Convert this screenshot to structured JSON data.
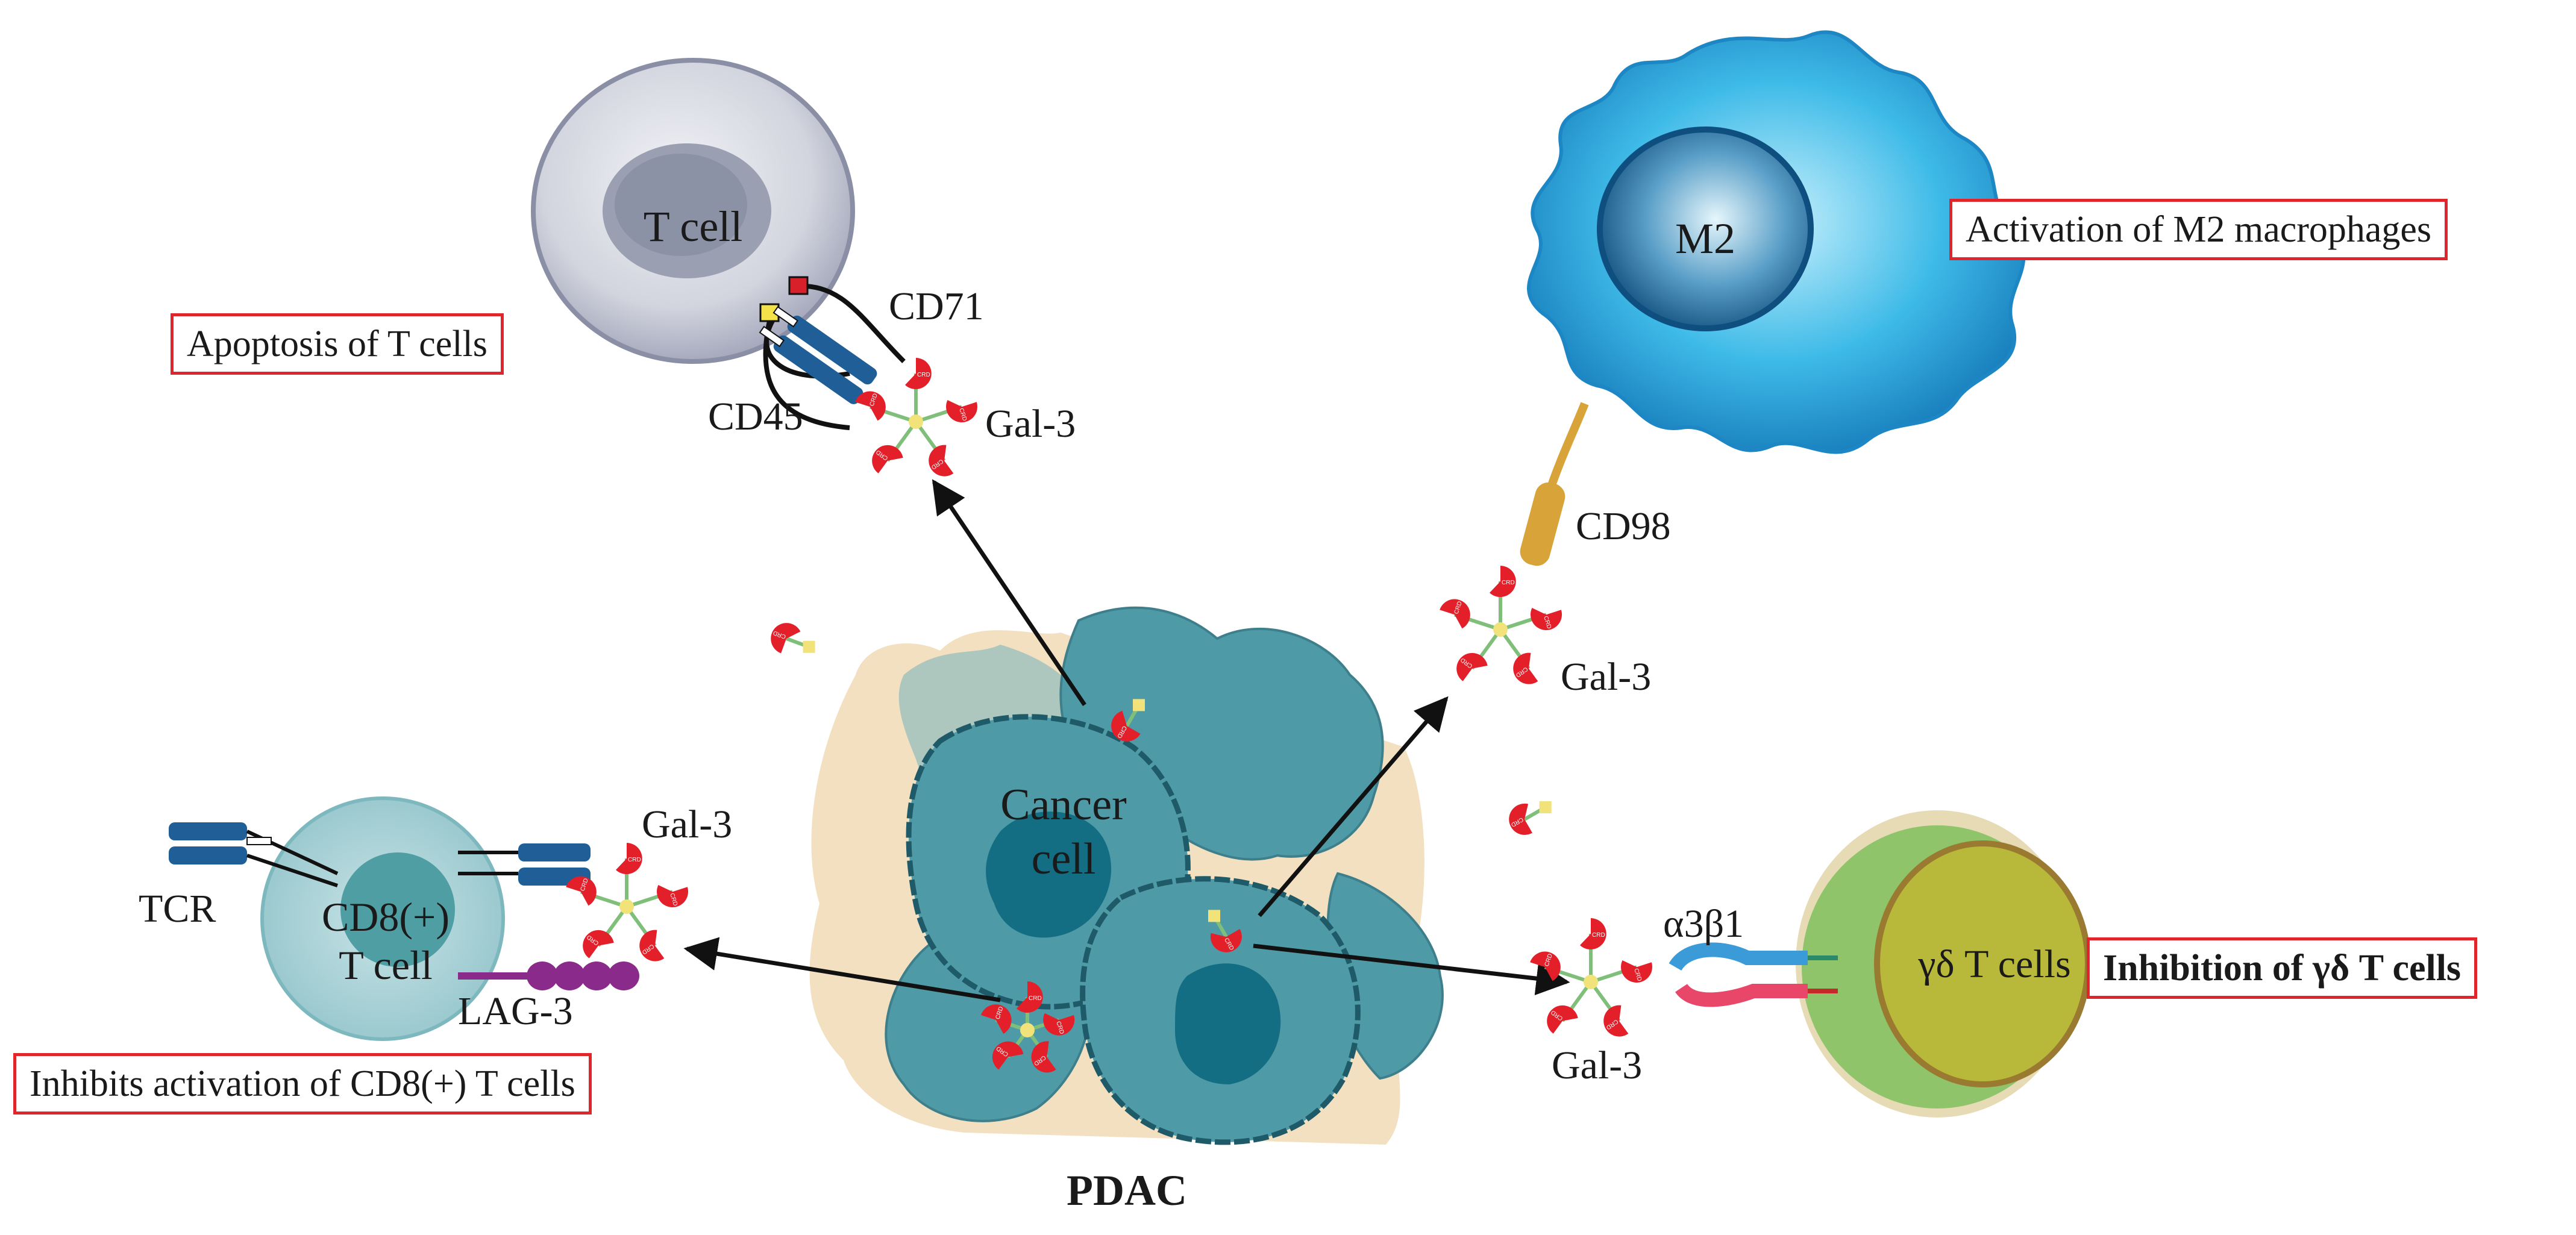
{
  "title": "PDAC",
  "cells": {
    "t_cell": "T cell",
    "m2": "M2",
    "cancer_cell": "Cancer cell",
    "cd8_t_cell_line1": "CD8(+)",
    "cd8_t_cell_line2": "T cell",
    "gd_t_cells": "γδ T cells"
  },
  "molecules": {
    "cd71": "CD71",
    "cd45": "CD45",
    "gal3_top": "Gal-3",
    "cd98": "CD98",
    "gal3_m2": "Gal-3",
    "gal3_left": "Gal-3",
    "tcr": "TCR",
    "lag3": "LAG-3",
    "a3b1": "α3β1",
    "gal3_gd": "Gal-3",
    "crd": "CRD"
  },
  "boxes": {
    "apoptosis": "Apoptosis of T cells",
    "m2_activation": "Activation of M2 macrophages",
    "cd8_inhibit": "Inhibits activation of CD8(+) T cells",
    "gd_inhibit": "Inhibition of γδ T cells"
  },
  "colors": {
    "highlight_box": "#e0262b",
    "galectin": "#e3202a",
    "cancer_cell": "#4e9aa6",
    "m2_macrophage": "#2aa7dc",
    "t_cell": "#c9ccd8",
    "cd8_cell": "#a9d3d8",
    "gd_cell": "#b8b83a",
    "cd98": "#d8a338",
    "receptor": "#1f5e96",
    "lag3": "#8a2a8a"
  }
}
